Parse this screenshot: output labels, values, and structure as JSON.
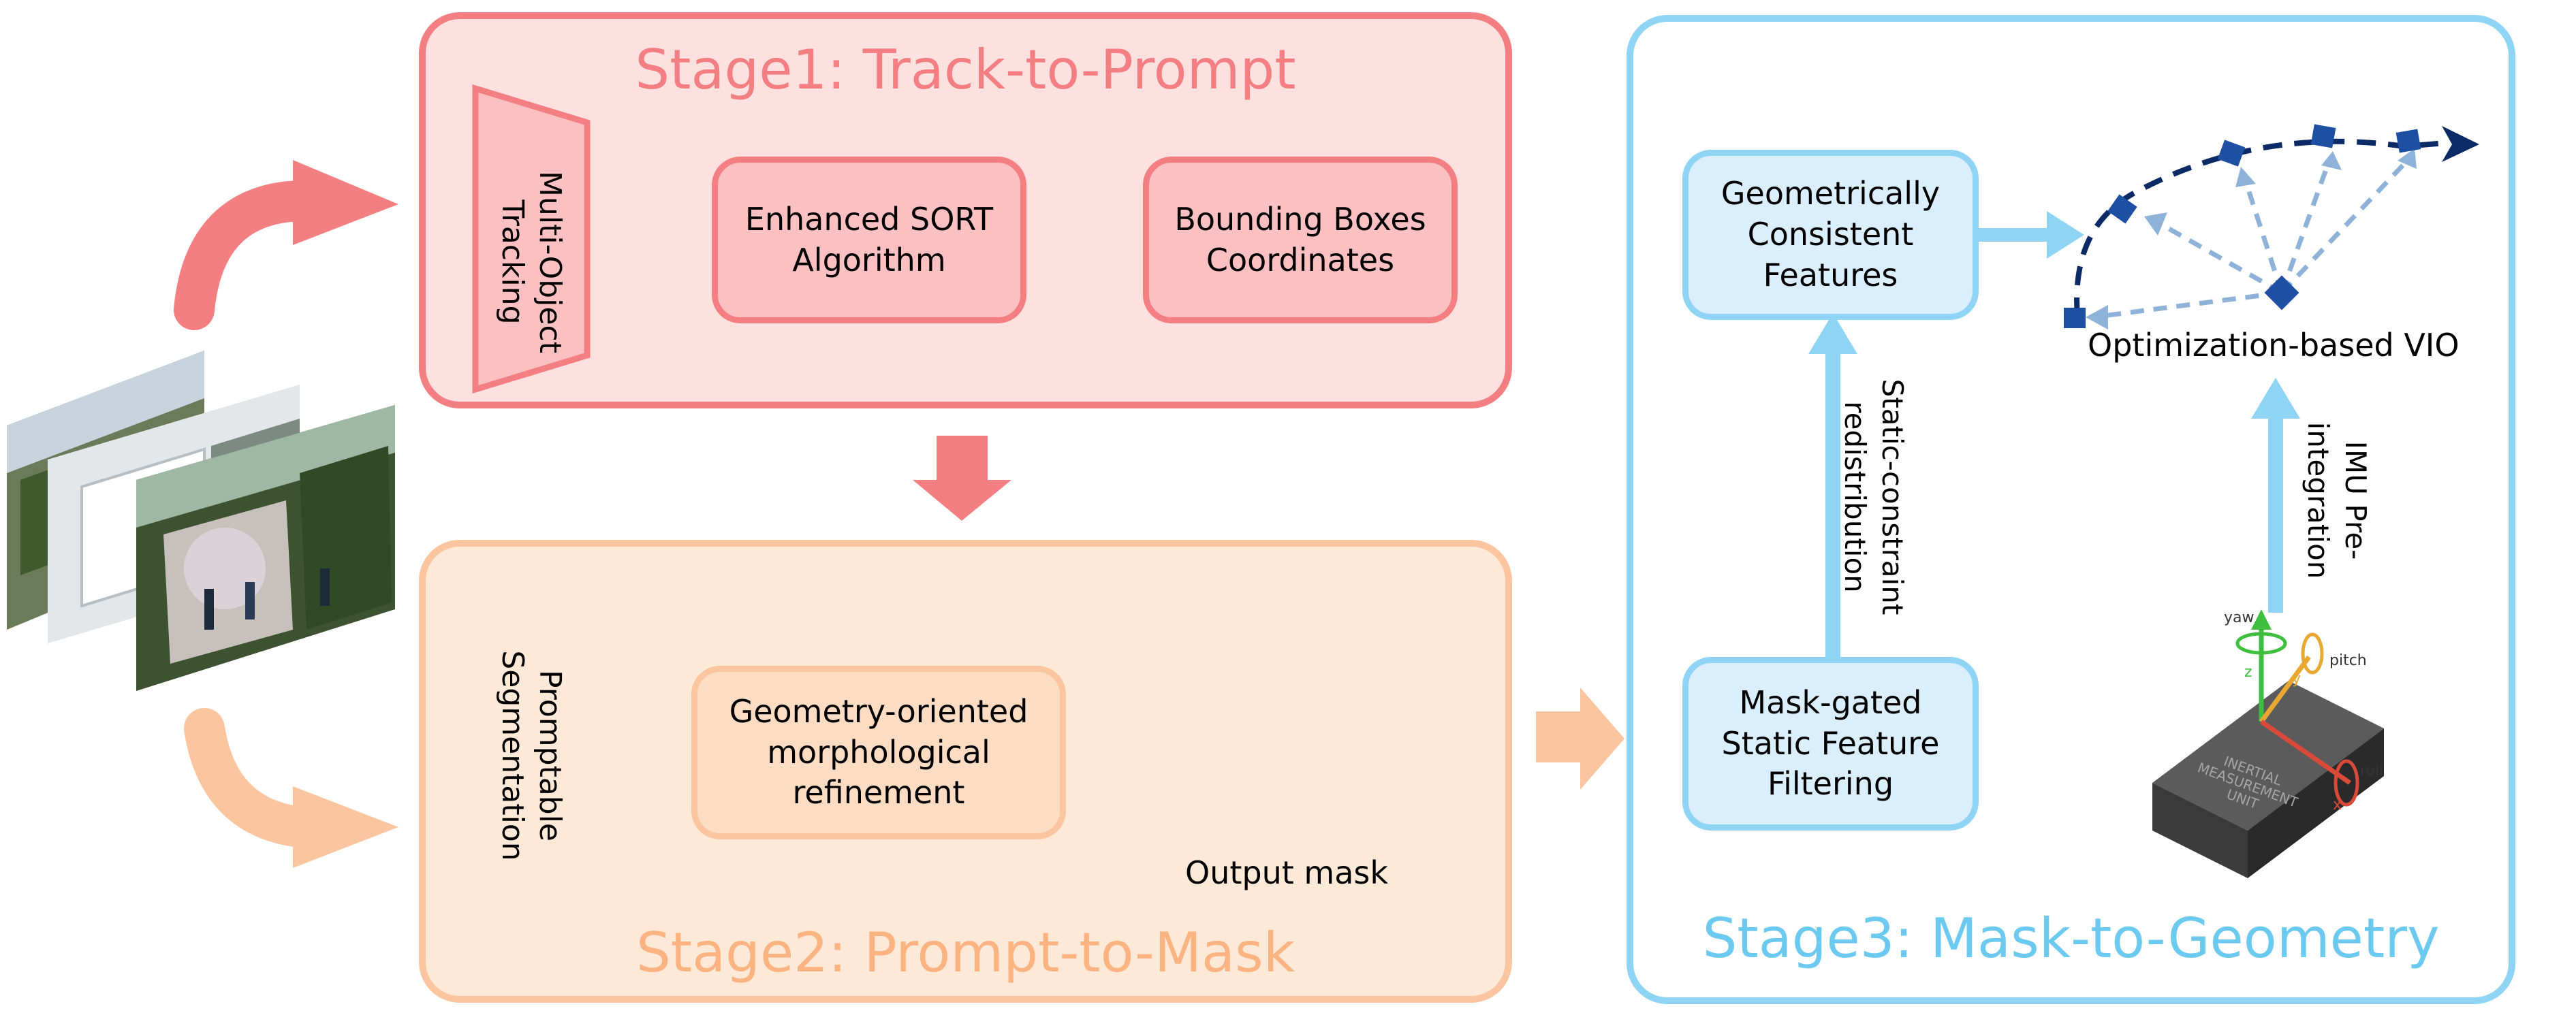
{
  "stage1": {
    "title": "Stage1: Track-to-Prompt",
    "funnel_label": "Multi-Object Tracking",
    "box_sort": "Enhanced SORT Algorithm",
    "box_bbox": "Bounding Boxes Coordinates"
  },
  "stage2": {
    "title": "Stage2: Prompt-to-Mask",
    "funnel_label": "Promptable Segmentation",
    "box_morph": "Geometry-oriented morphological refinement",
    "output_label": "Output mask"
  },
  "stage3": {
    "title": "Stage3: Mask-to-Geometry",
    "box_features": "Geometrically Consistent Features",
    "box_filter": "Mask-gated Static Feature Filtering",
    "vio_label": "Optimization-based VIO",
    "edge_static": "Static-constraint redistribution",
    "edge_imu": "IMU Pre-integration",
    "imu_text": "INERTIAL MEASUREMENT UNIT",
    "imu_axes": {
      "yaw": "yaw",
      "pitch": "pitch",
      "roll": "roll",
      "z": "z",
      "y": "y",
      "x": "x"
    }
  },
  "colors": {
    "stage1": "#f47f83",
    "stage2": "#fbc59f",
    "stage3": "#90d4f5",
    "vio_trajectory": "#0c2a66",
    "vio_pose": "#1f4fa3"
  }
}
